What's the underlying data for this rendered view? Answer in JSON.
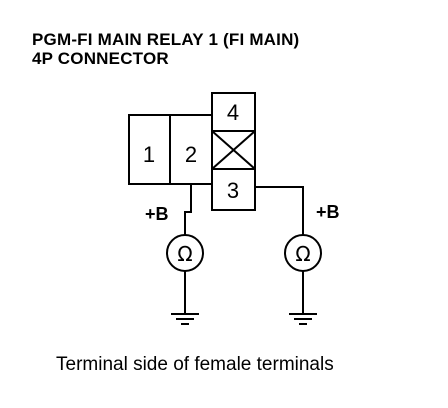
{
  "title": {
    "line1": "PGM-FI MAIN RELAY 1 (FI MAIN)",
    "line2": "4P CONNECTOR"
  },
  "connector": {
    "terminals": [
      "1",
      "2",
      "3",
      "4"
    ]
  },
  "meters": {
    "left_supply": "+B",
    "right_supply": "+B",
    "ohm_symbol": "Ω"
  },
  "caption": "Terminal side of female terminals",
  "colors": {
    "ink": "#000000",
    "background": "#ffffff"
  }
}
